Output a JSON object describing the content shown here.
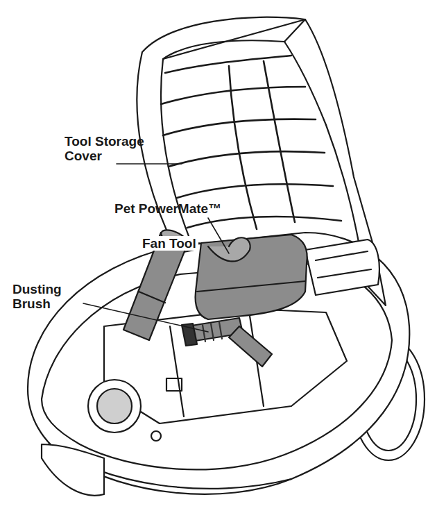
{
  "diagram": {
    "labels": [
      "Tool Storage Cover",
      "Pet PowerMate™",
      "Fan Tool",
      "Dusting Brush"
    ]
  }
}
